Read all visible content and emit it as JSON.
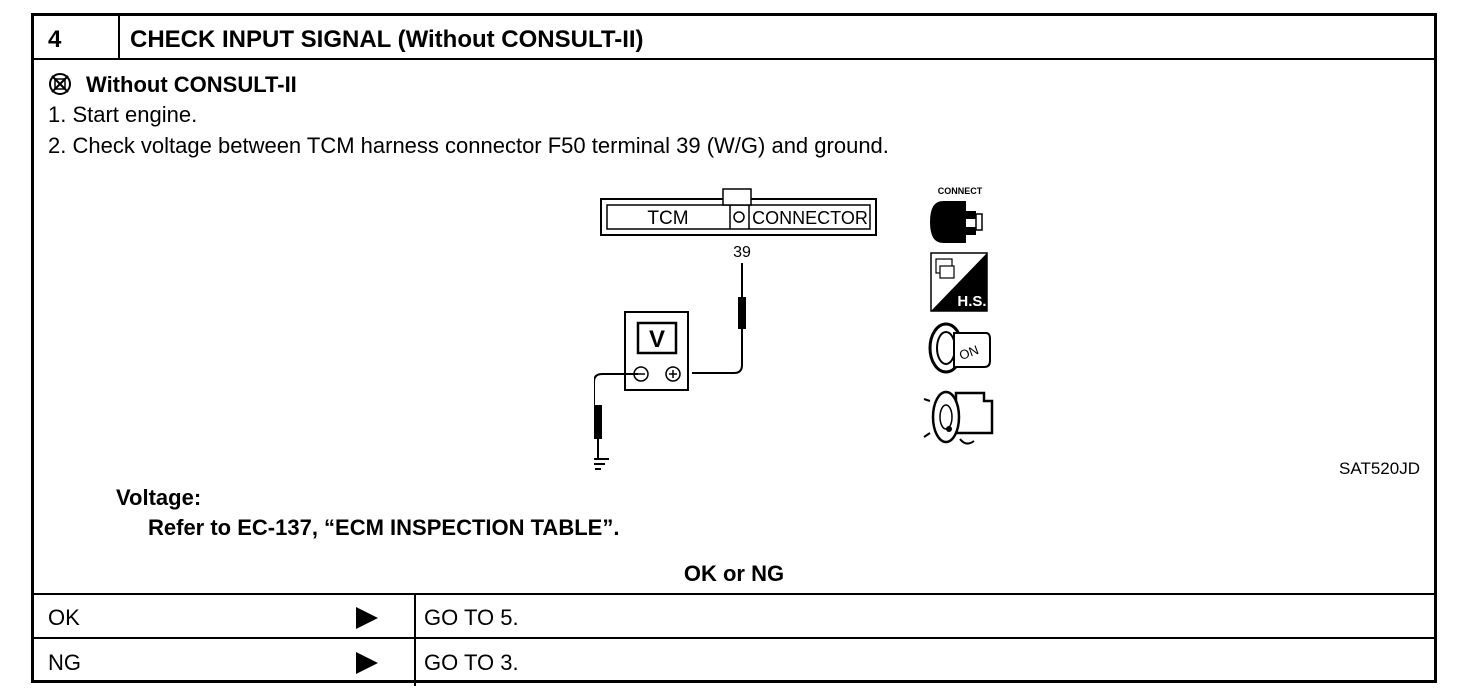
{
  "header": {
    "step_number": "4",
    "title": "CHECK INPUT SIGNAL (Without CONSULT-II)"
  },
  "procedure": {
    "mode_label": "Without CONSULT-II",
    "steps": [
      "1.  Start engine.",
      "2.  Check voltage between TCM harness connector F50 terminal 39 (W/G) and ground."
    ]
  },
  "diagram": {
    "connector_left": "TCM",
    "connector_right": "CONNECTOR",
    "terminal": "39",
    "meter": "V",
    "icon_connect_label": "CONNECT",
    "icon_hs_label": "H.S.",
    "icon_on_label": "ON",
    "figure_code": "SAT520JD",
    "icons": [
      "connect-icon",
      "harness-side-icon",
      "ignition-on-icon",
      "engine-running-icon",
      "ground-icon"
    ]
  },
  "spec": {
    "label": "Voltage:",
    "value": "Refer to EC-137, “ECM INSPECTION TABLE”."
  },
  "result": {
    "question": "OK or NG",
    "rows": [
      {
        "status": "OK",
        "action": "GO TO 5."
      },
      {
        "status": "NG",
        "action": "GO TO 3."
      }
    ]
  }
}
